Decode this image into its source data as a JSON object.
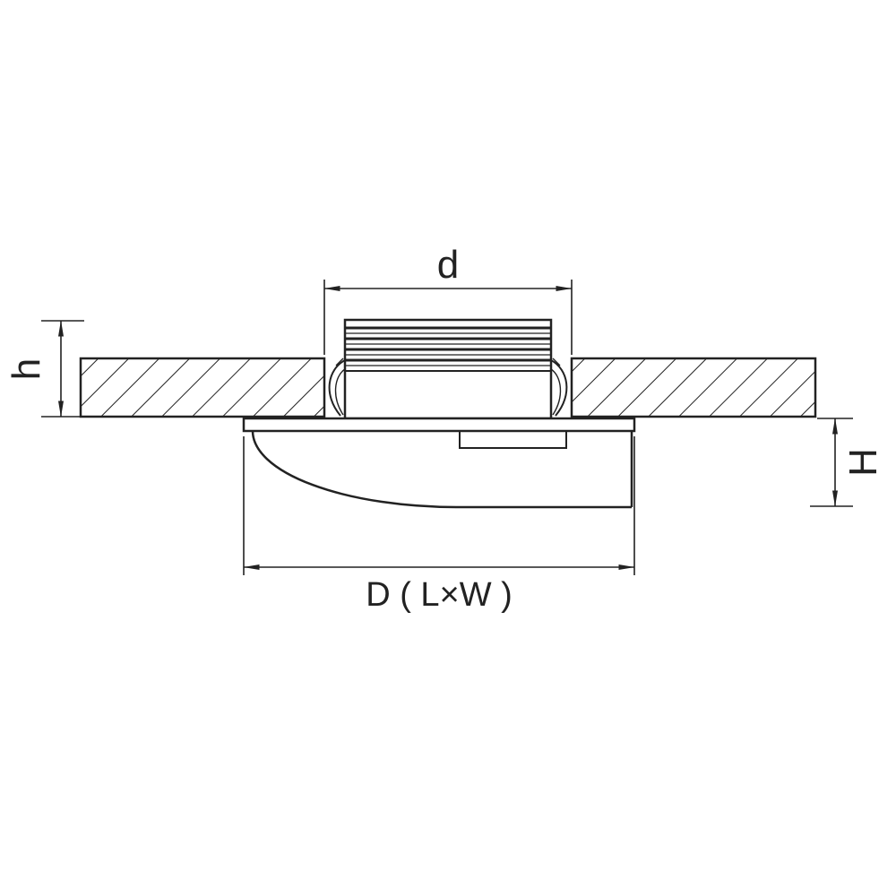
{
  "canvas": {
    "background": "#ffffff",
    "line_color": "#222222"
  },
  "labels": {
    "cutout_width": "d",
    "recess_depth": "h",
    "protrusion_height": "H",
    "overall_width": "D ( L×W )"
  }
}
